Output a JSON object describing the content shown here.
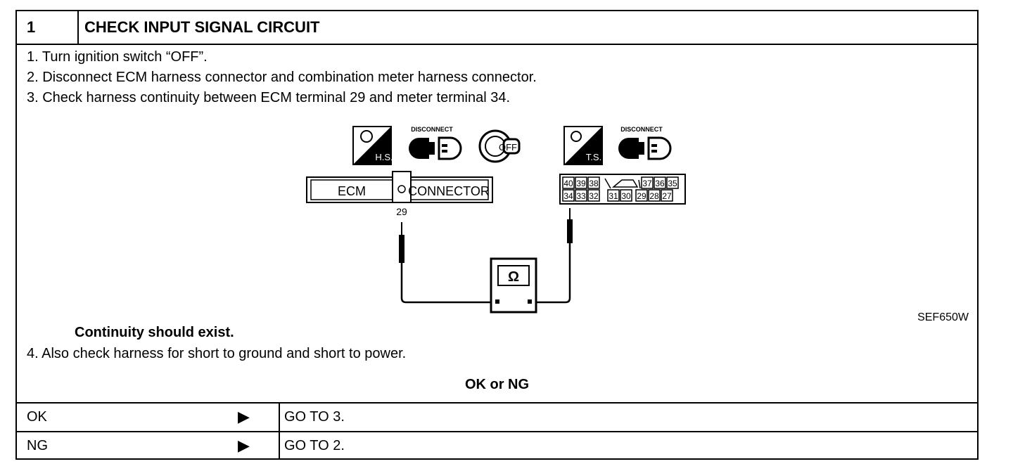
{
  "header": {
    "number": "1",
    "title": "CHECK INPUT SIGNAL CIRCUIT"
  },
  "steps": [
    "1.  Turn ignition switch “OFF”.",
    "2.  Disconnect ECM harness connector and combination meter harness connector.",
    "3.  Check harness continuity between ECM terminal 29 and meter terminal 34."
  ],
  "diagram": {
    "hs_label": "H.S.",
    "ts_label": "T.S.",
    "disconnect_label": "DISCONNECT",
    "off_label": "OFF",
    "ecm_label": "ECM",
    "connector_label": "CONNECTOR",
    "ecm_terminal": "29",
    "meter_top_left": [
      "40",
      "39",
      "38"
    ],
    "meter_top_right": [
      "37",
      "36",
      "35"
    ],
    "meter_bottom": [
      "34",
      "33",
      "32",
      "31",
      "30",
      "29",
      "28",
      "27"
    ],
    "ohm_symbol": "Ω",
    "figure_id": "SEF650W"
  },
  "continuity_text": "Continuity should exist.",
  "step4": "4.  Also check harness for short to ground and short to power.",
  "okng_title": "OK or NG",
  "results": [
    {
      "status": "OK",
      "action": "GO TO 3."
    },
    {
      "status": "NG",
      "action": "GO TO 2."
    }
  ],
  "arrow_glyph": "▶"
}
